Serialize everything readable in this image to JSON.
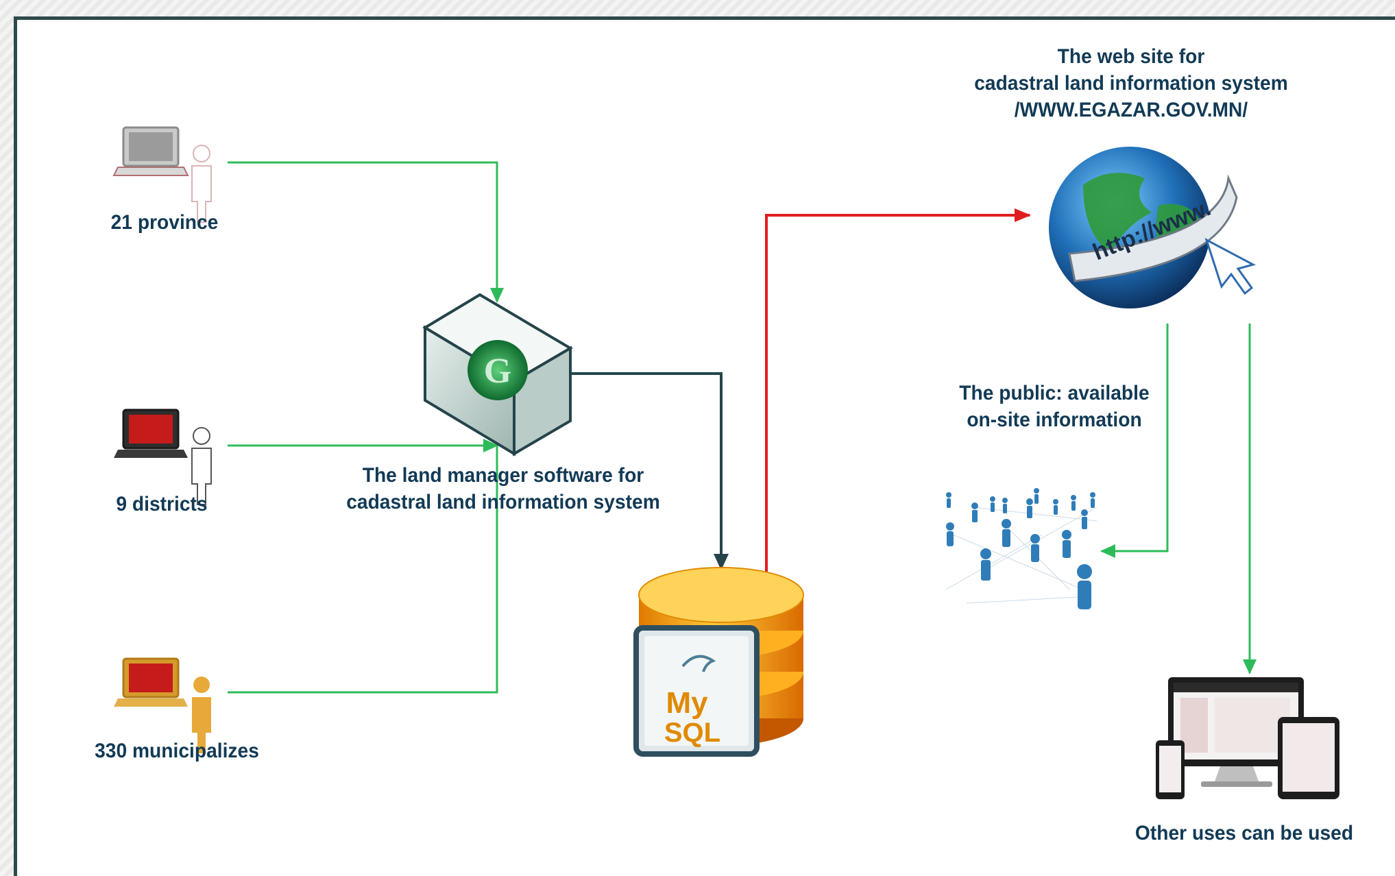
{
  "labels": {
    "province": "21 province",
    "districts": "9 districts",
    "municipal": "330 municipalizes",
    "software_line1": "The land manager software for",
    "software_line2": "cadastral land information system",
    "website_line1": "The web site for",
    "website_line2": "cadastral land information system",
    "website_line3": "/WWW.EGAZAR.GOV.MN/",
    "public_line1": "The public: available",
    "public_line2": "on-site information",
    "other_uses": "Other uses can be used",
    "globe_banner": "http://www.",
    "db_logo_top": "My",
    "db_logo_bottom": "SQL",
    "software_logo": "G"
  },
  "colors": {
    "green_arrow": "#2dbb5a",
    "red_arrow": "#e01e1e",
    "dark_arrow": "#24444a",
    "label_text": "#123a55",
    "frame": "#2d4a4a"
  },
  "icons": {
    "province": "laptop-user-icon",
    "districts": "laptop-user-icon",
    "municipal": "laptop-user-icon",
    "software": "software-cube-icon",
    "database": "mysql-database-icon",
    "website": "globe-www-icon",
    "public": "people-network-icon",
    "devices": "multi-device-icon"
  }
}
